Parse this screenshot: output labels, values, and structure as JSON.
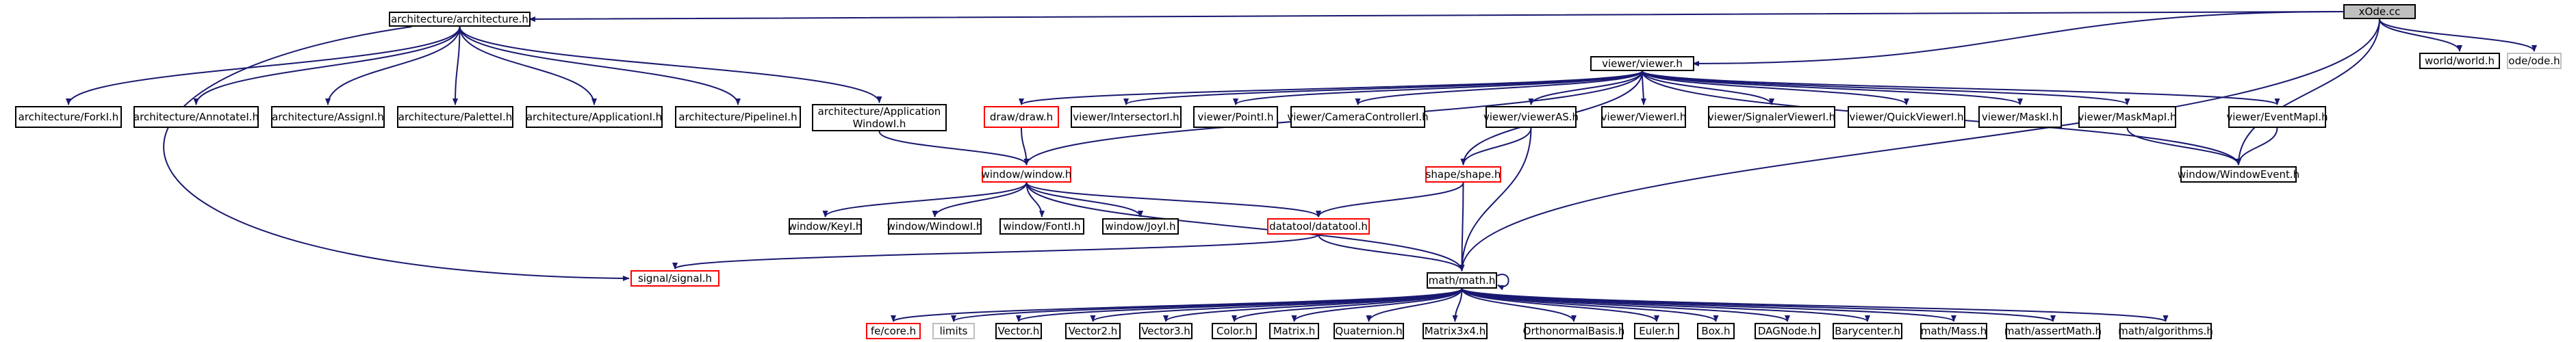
{
  "colors": {
    "edge": "#191970",
    "node_border": "#000000",
    "node_border_incomplete": "#ff0000",
    "node_border_external": "#bfbfbf",
    "root_fill": "#bfbfbf"
  },
  "nodes": [
    {
      "id": "xode",
      "label": "xOde.cc",
      "kind": "root"
    },
    {
      "id": "arch",
      "label": "architecture/architecture.h",
      "kind": "normal"
    },
    {
      "id": "viewer",
      "label": "viewer/viewer.h",
      "kind": "normal"
    },
    {
      "id": "world",
      "label": "world/world.h",
      "kind": "normal"
    },
    {
      "id": "ode",
      "label": "ode/ode.h",
      "kind": "external"
    },
    {
      "id": "forkl",
      "label": "architecture/ForkI.h",
      "kind": "normal"
    },
    {
      "id": "annotatel",
      "label": "architecture/AnnotateI.h",
      "kind": "normal"
    },
    {
      "id": "assignl",
      "label": "architecture/AssignI.h",
      "kind": "normal"
    },
    {
      "id": "palettel",
      "label": "architecture/PaletteI.h",
      "kind": "normal"
    },
    {
      "id": "applicationl",
      "label": "architecture/ApplicationI.h",
      "kind": "normal"
    },
    {
      "id": "pipelinel",
      "label": "architecture/PipelineI.h",
      "kind": "normal"
    },
    {
      "id": "appwindowl",
      "label": "architecture/Application\nWindowI.h",
      "kind": "normal"
    },
    {
      "id": "draw",
      "label": "draw/draw.h",
      "kind": "incomplete"
    },
    {
      "id": "intersectorl",
      "label": "viewer/IntersectorI.h",
      "kind": "normal"
    },
    {
      "id": "pointl",
      "label": "viewer/PointI.h",
      "kind": "normal"
    },
    {
      "id": "cameracontrollerl",
      "label": "viewer/CameraControllerI.h",
      "kind": "normal"
    },
    {
      "id": "vieweras",
      "label": "viewer/viewerAS.h",
      "kind": "normal"
    },
    {
      "id": "viewerl",
      "label": "viewer/ViewerI.h",
      "kind": "normal"
    },
    {
      "id": "signalerviewerl",
      "label": "viewer/SignalerViewerI.h",
      "kind": "normal"
    },
    {
      "id": "quickviewerl",
      "label": "viewer/QuickViewerI.h",
      "kind": "normal"
    },
    {
      "id": "maskl",
      "label": "viewer/MaskI.h",
      "kind": "normal"
    },
    {
      "id": "maskmapl",
      "label": "viewer/MaskMapI.h",
      "kind": "normal"
    },
    {
      "id": "eventmapl",
      "label": "viewer/EventMapI.h",
      "kind": "normal"
    },
    {
      "id": "window",
      "label": "window/window.h",
      "kind": "incomplete"
    },
    {
      "id": "shape",
      "label": "shape/shape.h",
      "kind": "incomplete"
    },
    {
      "id": "windowevent",
      "label": "window/WindowEvent.h",
      "kind": "normal"
    },
    {
      "id": "keyl",
      "label": "window/KeyI.h",
      "kind": "normal"
    },
    {
      "id": "windowl",
      "label": "window/WindowI.h",
      "kind": "normal"
    },
    {
      "id": "fontl",
      "label": "window/FontI.h",
      "kind": "normal"
    },
    {
      "id": "joyl",
      "label": "window/JoyI.h",
      "kind": "normal"
    },
    {
      "id": "datatool",
      "label": "datatool/datatool.h",
      "kind": "incomplete"
    },
    {
      "id": "signal",
      "label": "signal/signal.h",
      "kind": "incomplete"
    },
    {
      "id": "math",
      "label": "math/math.h",
      "kind": "normal"
    },
    {
      "id": "fecore",
      "label": "fe/core.h",
      "kind": "incomplete"
    },
    {
      "id": "limits",
      "label": "limits",
      "kind": "external"
    },
    {
      "id": "vector",
      "label": "Vector.h",
      "kind": "normal"
    },
    {
      "id": "vector2",
      "label": "Vector2.h",
      "kind": "normal"
    },
    {
      "id": "vector3",
      "label": "Vector3.h",
      "kind": "normal"
    },
    {
      "id": "color",
      "label": "Color.h",
      "kind": "normal"
    },
    {
      "id": "matrix",
      "label": "Matrix.h",
      "kind": "normal"
    },
    {
      "id": "quaternion",
      "label": "Quaternion.h",
      "kind": "normal"
    },
    {
      "id": "matrix3x4",
      "label": "Matrix3x4.h",
      "kind": "normal"
    },
    {
      "id": "orthonormal",
      "label": "OrthonormalBasis.h",
      "kind": "normal"
    },
    {
      "id": "euler",
      "label": "Euler.h",
      "kind": "normal"
    },
    {
      "id": "box",
      "label": "Box.h",
      "kind": "normal"
    },
    {
      "id": "dagnode",
      "label": "DAGNode.h",
      "kind": "normal"
    },
    {
      "id": "barycenter",
      "label": "Barycenter.h",
      "kind": "normal"
    },
    {
      "id": "mass",
      "label": "math/Mass.h",
      "kind": "normal"
    },
    {
      "id": "assertmath",
      "label": "math/assertMath.h",
      "kind": "normal"
    },
    {
      "id": "algorithms",
      "label": "math/algorithms.h",
      "kind": "normal"
    }
  ],
  "edges": [
    [
      "xode",
      "arch"
    ],
    [
      "xode",
      "viewer"
    ],
    [
      "xode",
      "world"
    ],
    [
      "xode",
      "ode"
    ],
    [
      "xode",
      "windowevent"
    ],
    [
      "xode",
      "math"
    ],
    [
      "arch",
      "forkl"
    ],
    [
      "arch",
      "annotatel"
    ],
    [
      "arch",
      "assignl"
    ],
    [
      "arch",
      "palettel"
    ],
    [
      "arch",
      "applicationl"
    ],
    [
      "arch",
      "pipelinel"
    ],
    [
      "arch",
      "appwindowl"
    ],
    [
      "arch",
      "signal"
    ],
    [
      "appwindowl",
      "window"
    ],
    [
      "viewer",
      "draw"
    ],
    [
      "viewer",
      "intersectorl"
    ],
    [
      "viewer",
      "pointl"
    ],
    [
      "viewer",
      "cameracontrollerl"
    ],
    [
      "viewer",
      "vieweras"
    ],
    [
      "viewer",
      "viewerl"
    ],
    [
      "viewer",
      "signalerviewerl"
    ],
    [
      "viewer",
      "quickviewerl"
    ],
    [
      "viewer",
      "maskl"
    ],
    [
      "viewer",
      "maskmapl"
    ],
    [
      "viewer",
      "eventmapl"
    ],
    [
      "viewer",
      "window"
    ],
    [
      "viewer",
      "shape"
    ],
    [
      "viewer",
      "windowevent"
    ],
    [
      "draw",
      "window"
    ],
    [
      "vieweras",
      "shape"
    ],
    [
      "vieweras",
      "math"
    ],
    [
      "maskmapl",
      "windowevent"
    ],
    [
      "eventmapl",
      "windowevent"
    ],
    [
      "window",
      "keyl"
    ],
    [
      "window",
      "windowl"
    ],
    [
      "window",
      "fontl"
    ],
    [
      "window",
      "joyl"
    ],
    [
      "window",
      "datatool"
    ],
    [
      "window",
      "math"
    ],
    [
      "shape",
      "datatool"
    ],
    [
      "shape",
      "math"
    ],
    [
      "datatool",
      "signal"
    ],
    [
      "datatool",
      "math"
    ],
    [
      "math",
      "fecore"
    ],
    [
      "math",
      "limits"
    ],
    [
      "math",
      "vector"
    ],
    [
      "math",
      "vector2"
    ],
    [
      "math",
      "vector3"
    ],
    [
      "math",
      "color"
    ],
    [
      "math",
      "matrix"
    ],
    [
      "math",
      "quaternion"
    ],
    [
      "math",
      "matrix3x4"
    ],
    [
      "math",
      "orthonormal"
    ],
    [
      "math",
      "euler"
    ],
    [
      "math",
      "box"
    ],
    [
      "math",
      "dagnode"
    ],
    [
      "math",
      "barycenter"
    ],
    [
      "math",
      "mass"
    ],
    [
      "math",
      "assertmath"
    ],
    [
      "math",
      "algorithms"
    ],
    [
      "math",
      "math"
    ]
  ]
}
